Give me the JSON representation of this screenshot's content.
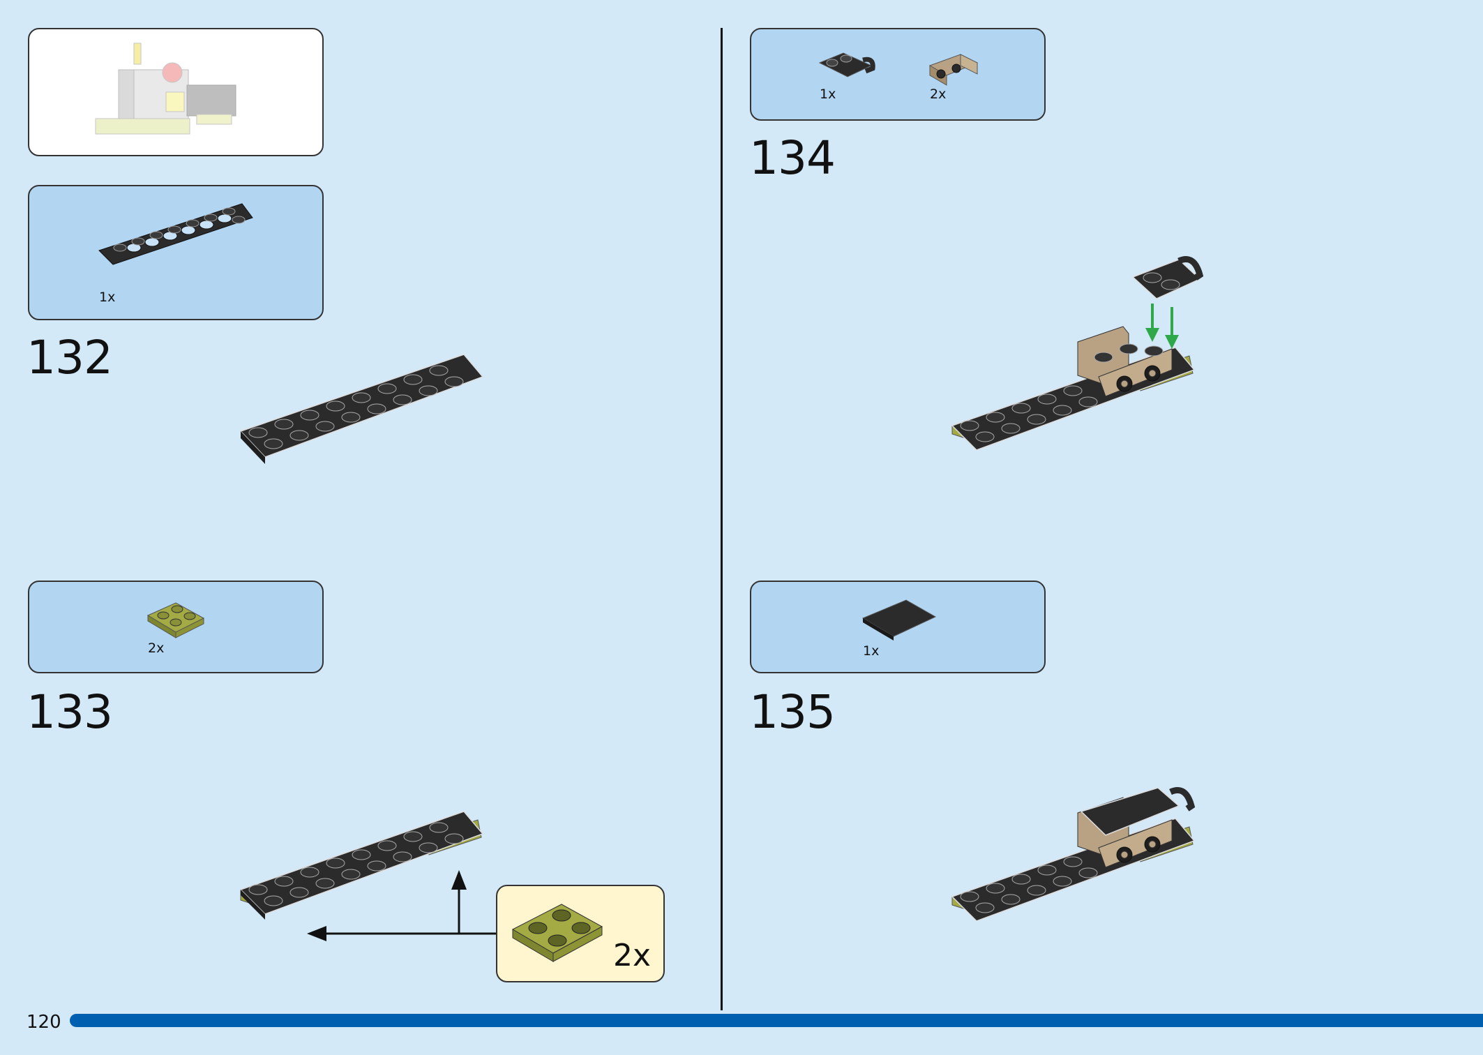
{
  "page_number": "120",
  "steps": [
    {
      "number": "132",
      "parts": [
        {
          "qty": "1x",
          "part": "black-technic-plate-2x8"
        }
      ]
    },
    {
      "number": "133",
      "parts": [
        {
          "qty": "2x",
          "part": "olive-plate-2x2"
        }
      ],
      "callout": {
        "qty": "2x",
        "part": "olive-plate-2x2"
      }
    },
    {
      "number": "134",
      "parts": [
        {
          "qty": "1x",
          "part": "black-plate-with-handle"
        },
        {
          "qty": "2x",
          "part": "tan-bracket-1x2"
        }
      ]
    },
    {
      "number": "135",
      "parts": [
        {
          "qty": "1x",
          "part": "black-tile-2x2"
        }
      ]
    }
  ],
  "colors": {
    "background": "#d3e9f8",
    "parts_box": "#b2d5f2",
    "callout_box": "#fff5cf",
    "page_bar": "#0060b0",
    "black_brick": "#2b2b2b",
    "olive_brick": "#a4ab45",
    "tan_brick": "#b9a283",
    "arrow_green": "#2fa84a"
  }
}
